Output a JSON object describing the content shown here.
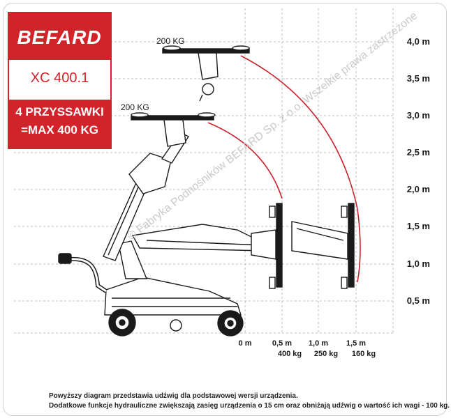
{
  "brand": {
    "logo_text": "BEFARD",
    "model": "XC 400.1",
    "caption_line1": "4 PRZYSSAWKI",
    "caption_line2": "=MAX 400 KG"
  },
  "colors": {
    "brand_red": "#d2232a",
    "arc_red": "#c8202a",
    "grid_gray": "#bdbdbd",
    "machine_black": "#1a1a1a"
  },
  "y_axis": {
    "labels": [
      "4,0 m",
      "3,5 m",
      "3,0 m",
      "2,5 m",
      "2,0 m",
      "1,5 m",
      "1,0 m",
      "0,5 m"
    ]
  },
  "x_axis": {
    "labels": [
      "0 m",
      "0,5 m",
      "1,0 m",
      "1,5 m"
    ],
    "loads": [
      "400 kg",
      "250 kg",
      "160 kg"
    ]
  },
  "load_labels": [
    "200 KG",
    "200 KG"
  ],
  "watermark": "© Fabryka Podnośników BEFARD Sp. z o.o. Wszelkie prawa zastrzeżone",
  "notes": {
    "line1": "Powyższy diagram przedstawia udźwig dla podstawowej wersji urządzenia.",
    "line2": "Dodatkowe funkcje hydrauliczne zwiększają zasięg urządzenia o 15 cm oraz obniżają udźwig o wartość ich wagi - 100 kg."
  }
}
